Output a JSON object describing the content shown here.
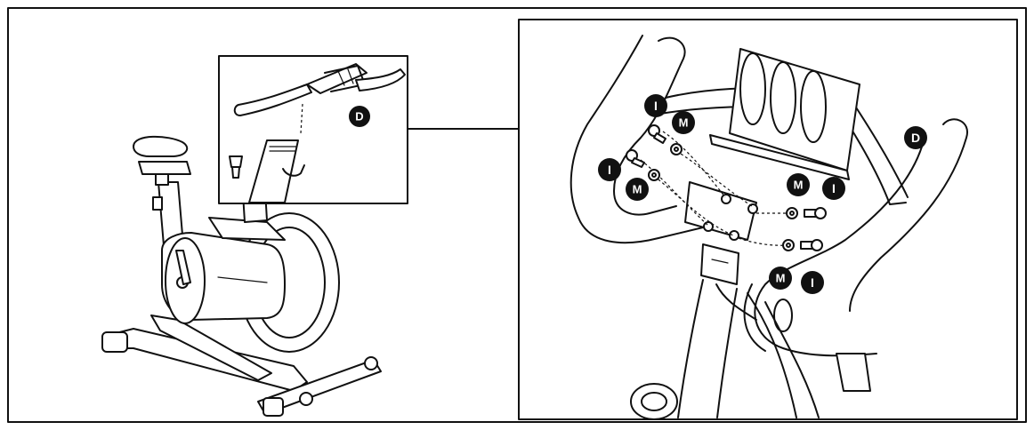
{
  "colors": {
    "ink": "#111111",
    "paper": "#ffffff"
  },
  "labels": {
    "part_d": "D",
    "bolt": "I",
    "washer": "M"
  }
}
